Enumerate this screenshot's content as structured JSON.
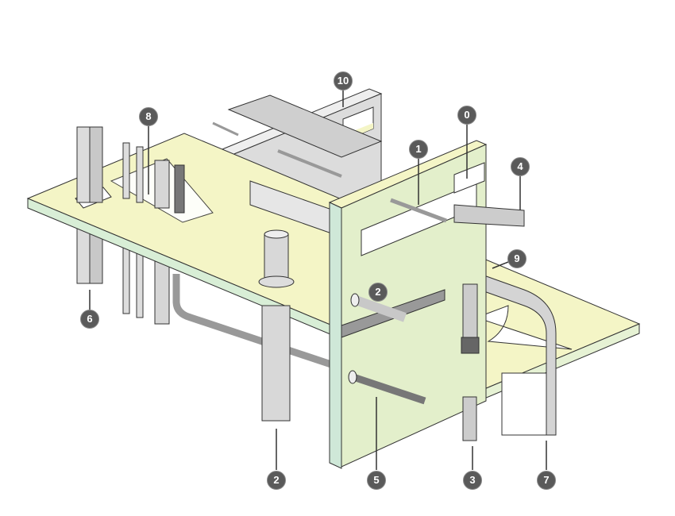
{
  "diagram": {
    "callouts": [
      {
        "label": "10"
      },
      {
        "label": "8"
      },
      {
        "label": "0"
      },
      {
        "label": "1"
      },
      {
        "label": "4"
      },
      {
        "label": "9"
      },
      {
        "label": "2"
      },
      {
        "label": "6"
      },
      {
        "label": "2"
      },
      {
        "label": "5"
      },
      {
        "label": "3"
      },
      {
        "label": "7"
      }
    ],
    "colors": {
      "slab": "#f4f5c6",
      "slab_edge": "#d8eed6",
      "green_wall": "#e3efcb",
      "grey_wall": "#dcdcdc",
      "pipe": "#d2d2d2",
      "callout": "#5a5a5a"
    }
  }
}
